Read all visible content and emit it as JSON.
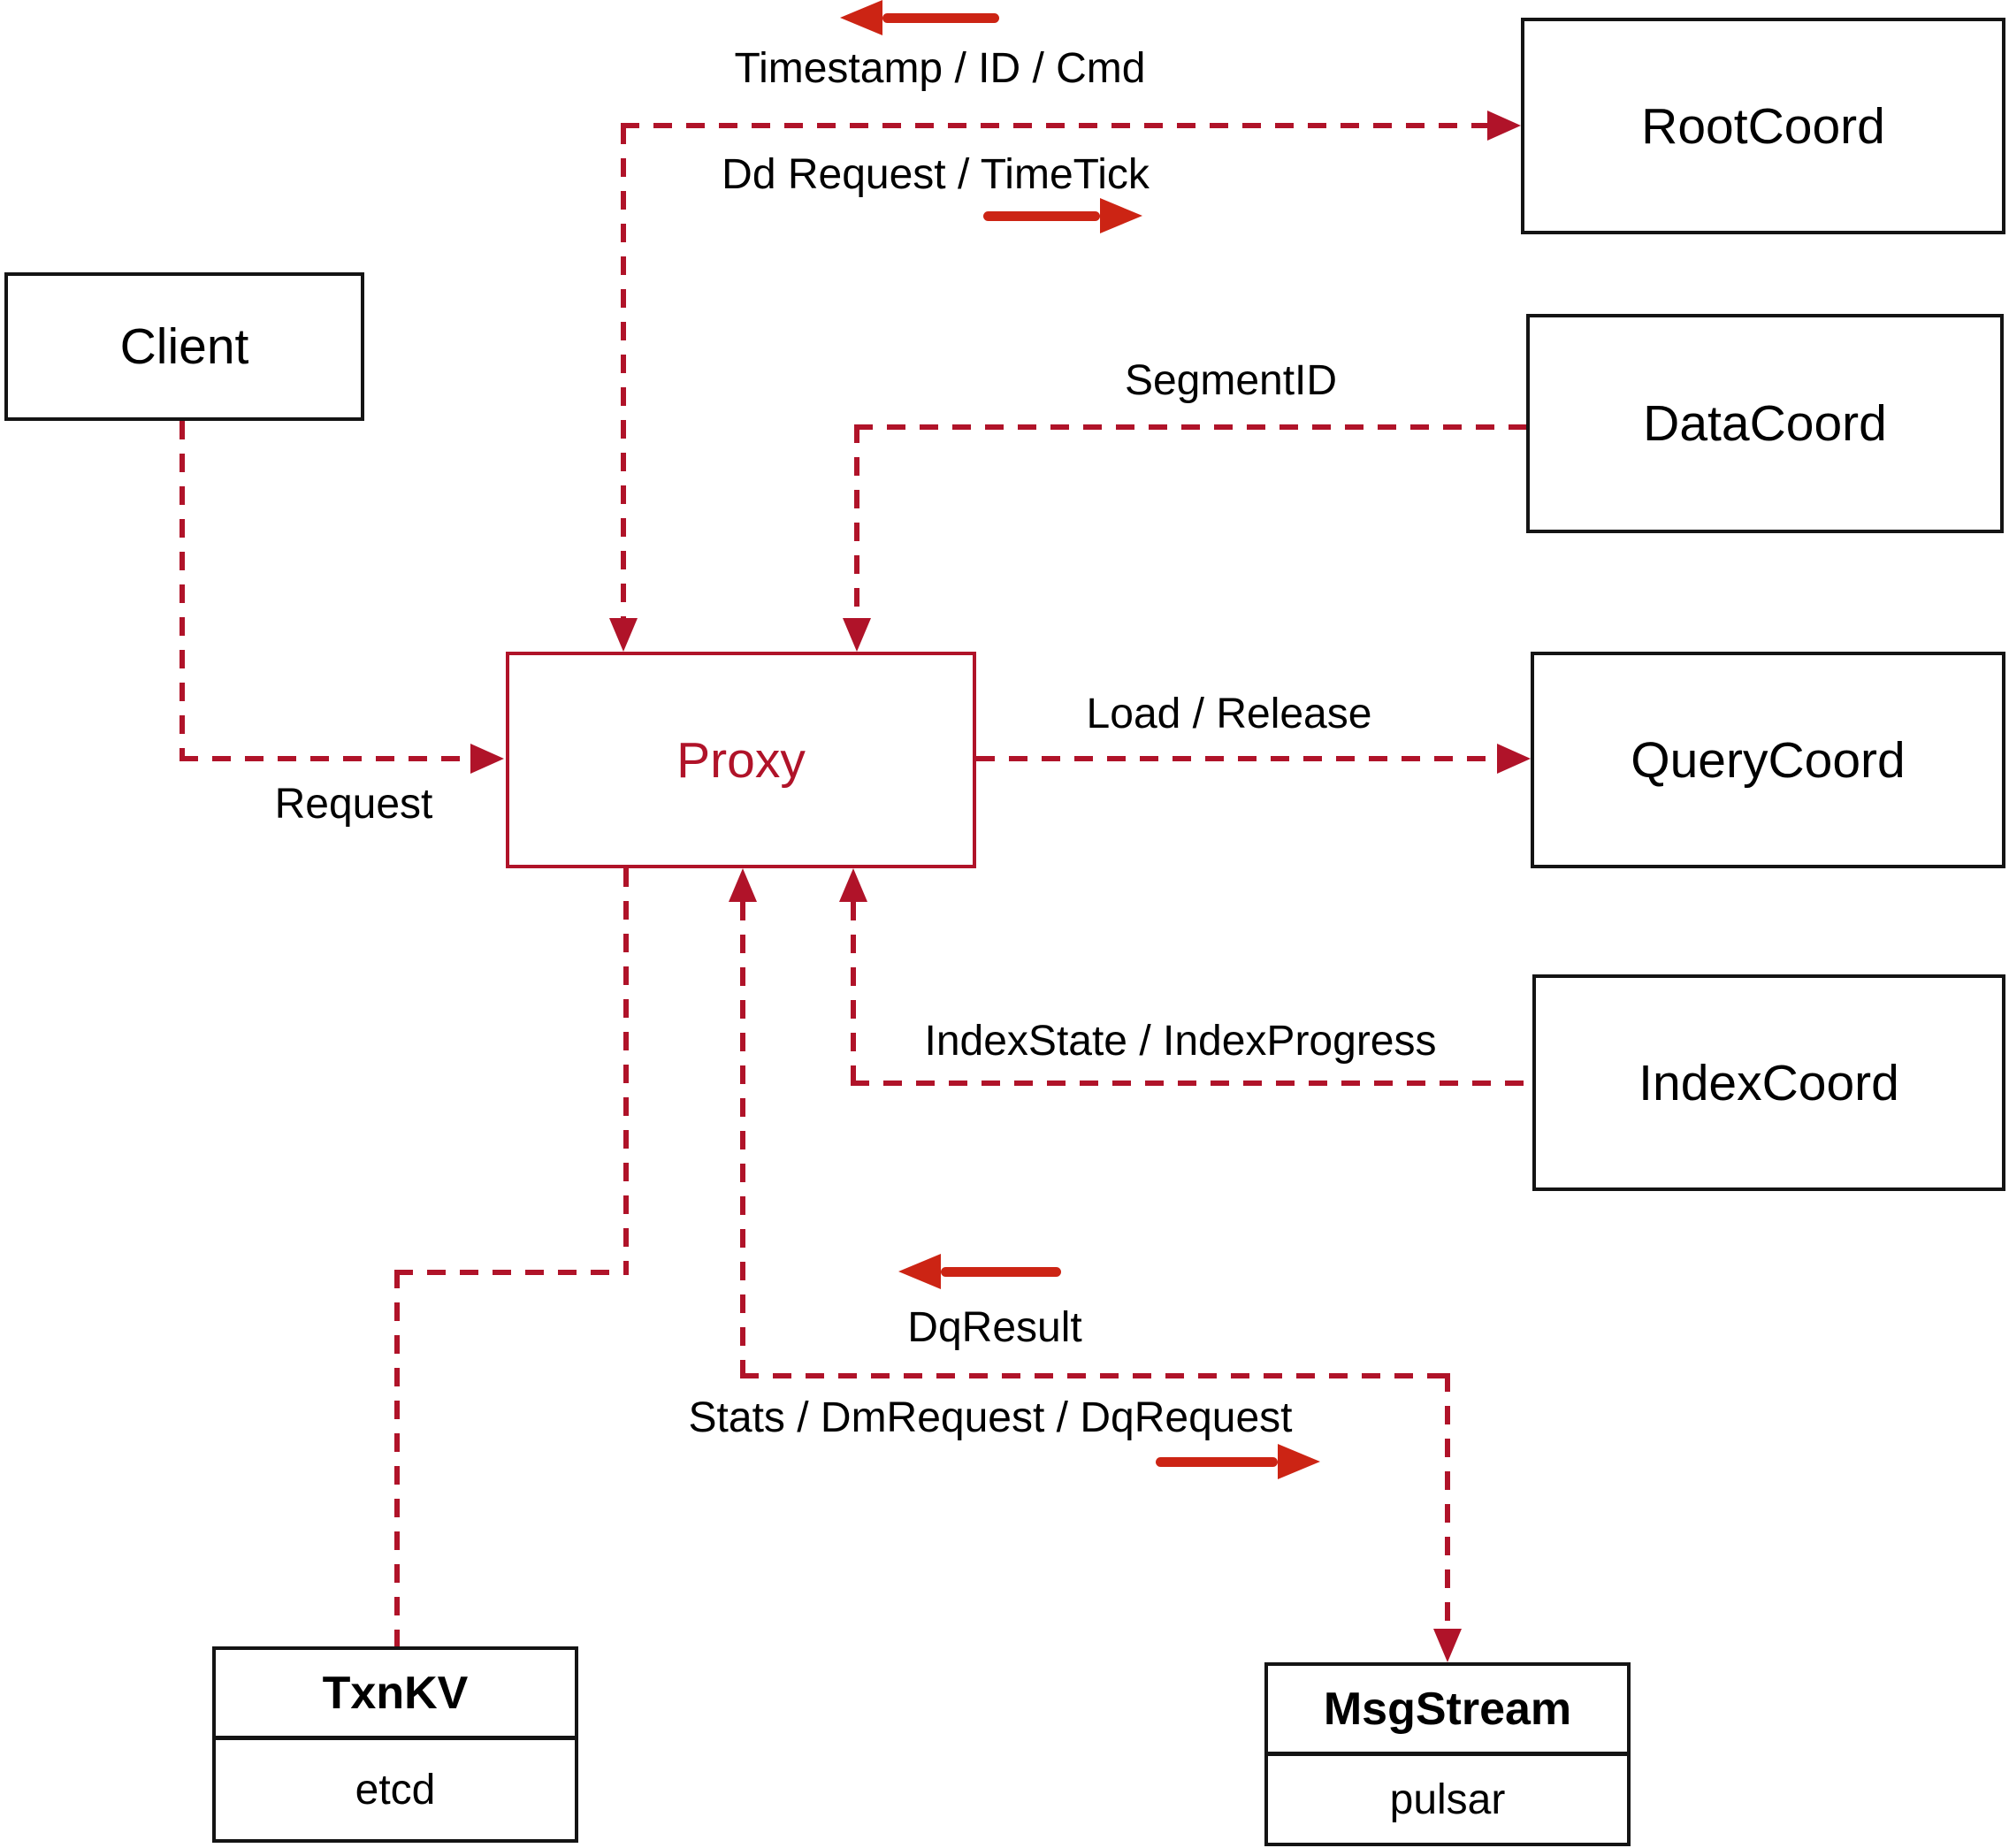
{
  "nodes": {
    "client": {
      "label": "Client"
    },
    "proxy": {
      "label": "Proxy"
    },
    "root_coord": {
      "label": "RootCoord"
    },
    "data_coord": {
      "label": "DataCoord"
    },
    "query_coord": {
      "label": "QueryCoord"
    },
    "index_coord": {
      "label": "IndexCoord"
    },
    "txn_kv": {
      "title": "TxnKV",
      "subtitle": "etcd"
    },
    "msg_stream": {
      "title": "MsgStream",
      "subtitle": "pulsar"
    }
  },
  "edges": {
    "client_to_proxy": {
      "label": "Request"
    },
    "proxy_from_rootcoord": {
      "label": "Timestamp / ID / Cmd"
    },
    "proxy_to_rootcoord": {
      "label": "Dd Request / TimeTick"
    },
    "datacoord_to_proxy": {
      "label": "SegmentID"
    },
    "proxy_to_querycoord": {
      "label": "Load / Release"
    },
    "indexcoord_to_proxy": {
      "label": "IndexState / IndexProgress"
    },
    "msgstream_to_proxy": {
      "label": "DqResult"
    },
    "proxy_to_msgstream": {
      "label": "Stats / DmRequest / DqRequest"
    }
  },
  "colors": {
    "dashed_line": "#b01329",
    "solid_arrow": "#cc2414",
    "box_border": "#141414",
    "proxy_accent": "#b01329",
    "text": "#000000",
    "background": "#ffffff"
  }
}
